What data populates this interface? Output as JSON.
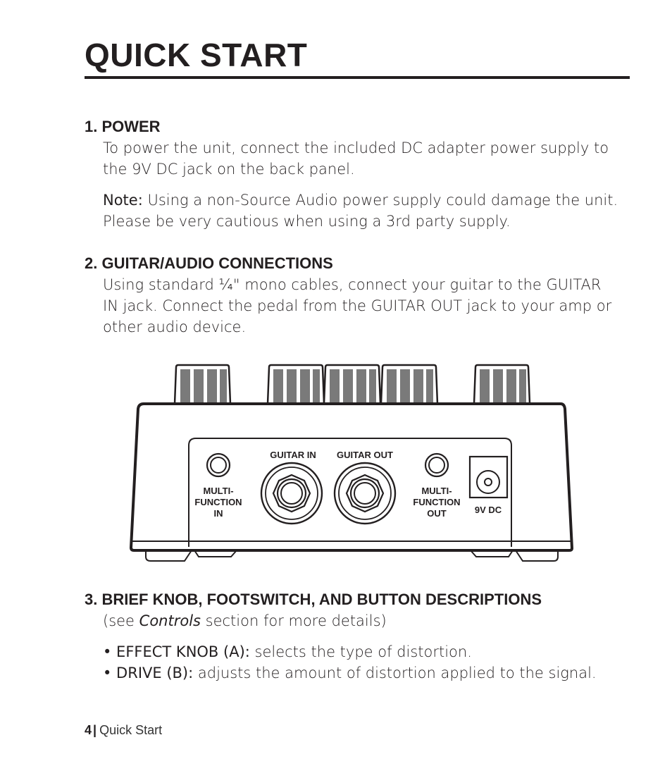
{
  "page": {
    "title": "QUICK START"
  },
  "sections": [
    {
      "heading": "1. POWER",
      "body": "To power the unit, connect the included DC adapter power supply to the 9V DC jack on the back panel.",
      "note_label": "Note:",
      "note_text": " Using a non-Source Audio power supply could damage the unit. Please be very cautious when using a 3rd party supply."
    },
    {
      "heading": "2. GUITAR/AUDIO CONNECTIONS",
      "body": "Using standard ¼\" mono cables, connect your guitar to the GUITAR IN jack. Connect the pedal from the GUITAR OUT jack to your amp or other audio device."
    },
    {
      "heading": "3. BRIEF KNOB, FOOTSWITCH, AND BUTTON DESCRIPTIONS",
      "sub_prefix": "(see ",
      "sub_em": "Controls",
      "sub_suffix": " section for more details)",
      "bullets": [
        {
          "label": "• EFFECT KNOB (A):",
          "text": " selects the type of distortion."
        },
        {
          "label": "• DRIVE (B):",
          "text": " adjusts the amount of distortion applied to the signal."
        }
      ]
    }
  ],
  "diagram": {
    "labels": {
      "multi_in": [
        "MULTI-",
        "FUNCTION",
        "IN"
      ],
      "guitar_in": "GUITAR IN",
      "guitar_out": "GUITAR OUT",
      "multi_out": [
        "MULTI-",
        "FUNCTION",
        "OUT"
      ],
      "dc": "9V DC"
    }
  },
  "footer": {
    "page_number": "4",
    "separator": "|",
    "section": "Quick Start"
  }
}
